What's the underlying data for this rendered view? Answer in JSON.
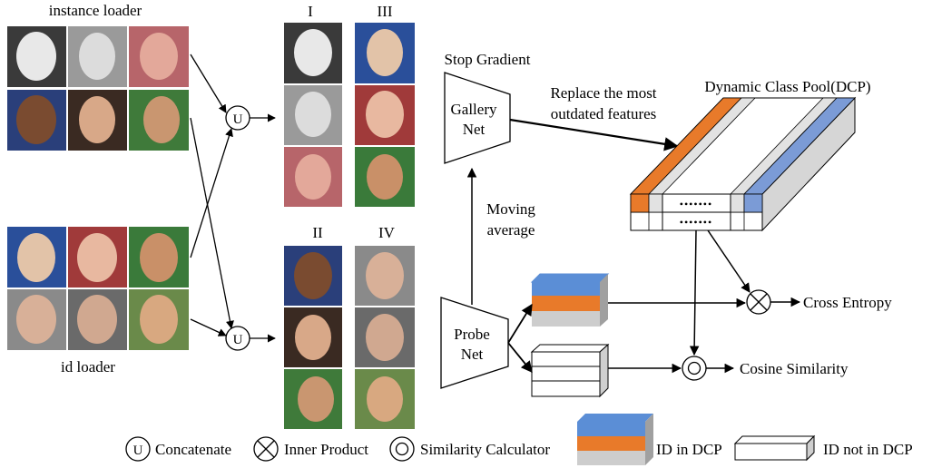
{
  "labels": {
    "instance_loader": "instance loader",
    "id_loader": "id loader",
    "group_I": "I",
    "group_II": "II",
    "group_III": "III",
    "group_IV": "IV",
    "stop_gradient": "Stop Gradient",
    "gallery_net_line1": "Gallery",
    "gallery_net_line2": "Net",
    "probe_net_line1": "Probe",
    "probe_net_line2": "Net",
    "replace_line1": "Replace the most",
    "replace_line2": "outdated features",
    "dcp_title": "Dynamic Class Pool(DCP)",
    "moving_line1": "Moving",
    "moving_line2": "average",
    "dots": "•••••••",
    "cross_entropy": "Cross Entropy",
    "cosine_similarity": "Cosine Similarity",
    "concat_symbol": "U"
  },
  "legend": {
    "concatenate": "Concatenate",
    "inner_product": "Inner Product",
    "similarity_calculator": "Similarity Calculator",
    "id_in_dcp": "ID in DCP",
    "id_not_in_dcp": "ID not in DCP"
  },
  "colors": {
    "blue": "#5b8ed6",
    "orange": "#e87a2a",
    "gray": "#c8c8c8",
    "light_gray": "#e2e2e2"
  }
}
